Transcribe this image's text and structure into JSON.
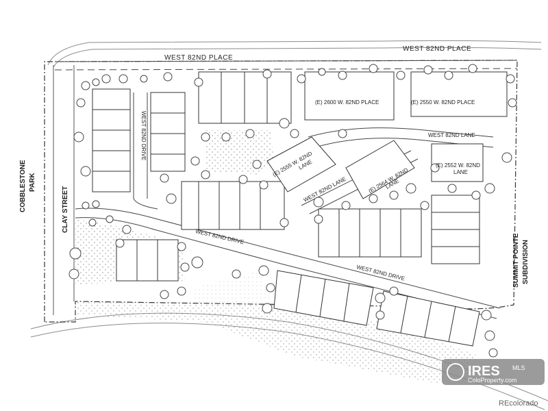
{
  "labels": {
    "road_top_left": "WEST 82ND PLACE",
    "road_top_right": "WEST 82ND PLACE",
    "drive_vertical": "WEST 82ND DRIVE",
    "drive_middle": "WEST 82ND DRIVE",
    "drive_lower": "WEST 82ND DRIVE",
    "lane": "WEST 82ND LANE",
    "lane_diagonal": "WEST 82ND LANE",
    "clay_street": "CLAY STREET",
    "cobblestone_line1": "COBBLESTONE",
    "cobblestone_line2": "PARK",
    "summit_line1": "SUMMIT POINTE",
    "summit_line2": "SUBDIVISION"
  },
  "addresses": {
    "a2600": "(E) 2600 W. 82ND PLACE",
    "a2550": "(E) 2550 W. 82ND PLACE",
    "a2555_line1": "(E) 2555 W. 82ND",
    "a2555_line2": "LANE",
    "a2564_line1": "(E) 2564 W. 82ND",
    "a2564_line2": "LANE",
    "a2552_line1": "(E) 2552 W. 82ND",
    "a2552_line2": "LANE"
  },
  "watermark": {
    "brand": "IRES",
    "mls": "MLS",
    "site": "ColoProperty.com",
    "credit": "REcolorado"
  },
  "colors": {
    "line": "#333333",
    "light_line": "#9a9a9a",
    "tree": "#444444",
    "watermark_bg": "#8a8a8a"
  }
}
